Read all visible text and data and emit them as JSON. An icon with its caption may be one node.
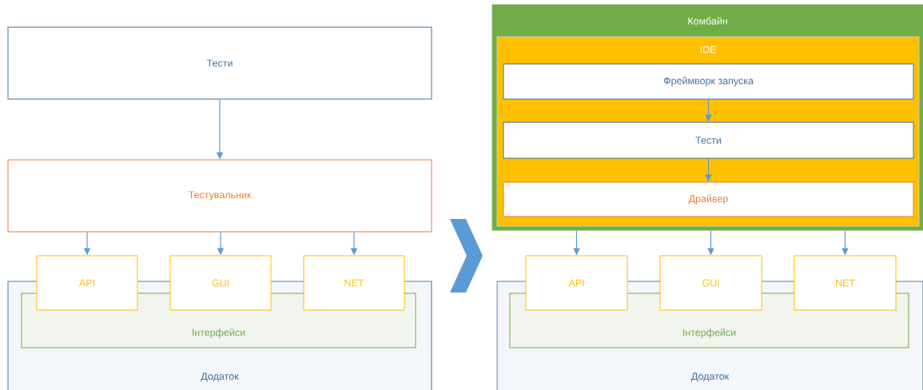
{
  "diagram": {
    "nodes": [
      {
        "text": [
          "Тести"
        ]
      },
      {
        "text": [
          "Тестувальник"
        ]
      },
      {
        "text": [
          "Додаток"
        ]
      },
      {
        "text": [
          "Інтерфейси"
        ],
        "in": 2
      },
      {
        "text": [
          "API"
        ]
      },
      {
        "text": [
          "GUI"
        ]
      },
      {
        "text": [
          "NET"
        ]
      },
      {
        "text": [
          "Комбайн"
        ]
      },
      {
        "text": [
          "IDE"
        ],
        "in": 7
      },
      {
        "text": [
          "Фреймворк запуска"
        ],
        "in": 8
      },
      {
        "text": [
          "Тести"
        ],
        "in": 8
      },
      {
        "text": [
          "Драйвер"
        ],
        "in": 8
      },
      {
        "text": [
          "Додаток"
        ]
      },
      {
        "text": [
          "Інтерфейси"
        ],
        "in": 12
      },
      {
        "text": [
          "API"
        ]
      },
      {
        "text": [
          "GUI"
        ]
      },
      {
        "text": [
          "NET"
        ]
      }
    ],
    "edges": [
      {
        "from": 0,
        "to": 1,
        "arrow": "to"
      },
      {
        "from": 1,
        "to": 4,
        "arrow": "to"
      },
      {
        "from": 1,
        "to": 5,
        "arrow": "to"
      },
      {
        "from": 1,
        "to": 6,
        "arrow": "to"
      },
      {
        "from": 9,
        "to": 10,
        "arrow": "to"
      },
      {
        "from": 10,
        "to": 11,
        "arrow": "to"
      },
      {
        "from": 7,
        "to": 14,
        "arrow": "to"
      },
      {
        "from": 7,
        "to": 15,
        "arrow": "to"
      },
      {
        "from": 7,
        "to": 16,
        "arrow": "to"
      }
    ]
  }
}
